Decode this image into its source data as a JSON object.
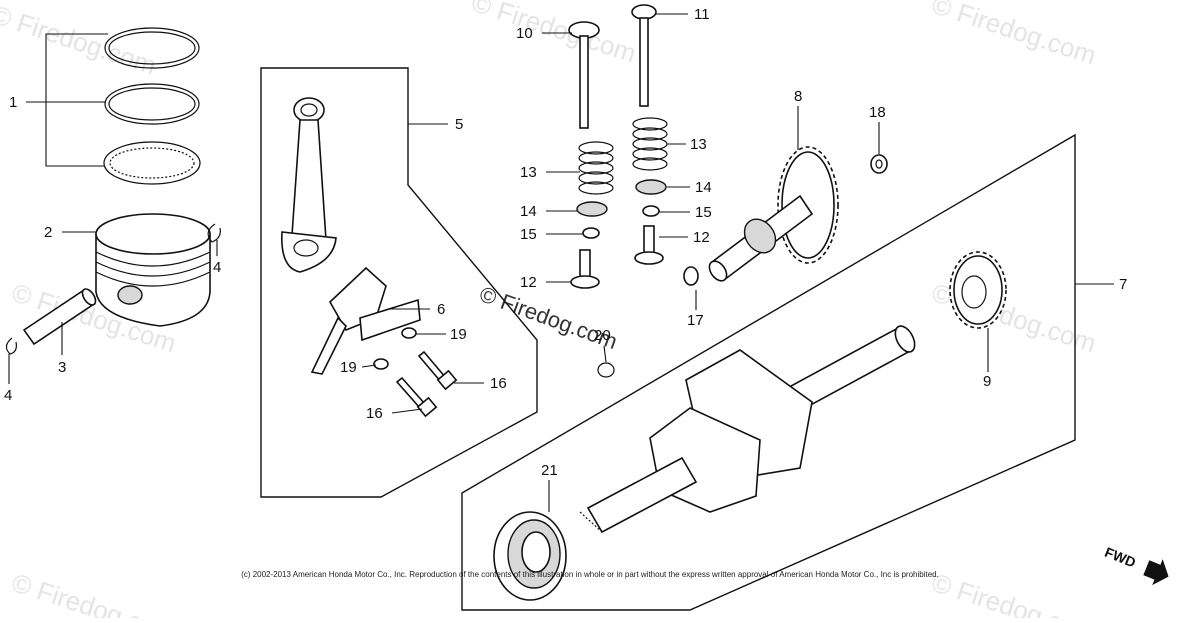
{
  "watermark": {
    "text": "© Firedog.com",
    "brand": "Firedog"
  },
  "copyright": "(c) 2002-2013 American Honda Motor Co., Inc. Reproduction of the contents of this illustration in whole or in part without the express written approval of American Honda Motor Co., Inc is prohibited.",
  "direction_marker": "FWD",
  "callouts": {
    "c1": "1",
    "c2": "2",
    "c3": "3",
    "c4a": "4",
    "c4b": "4",
    "c5": "5",
    "c6": "6",
    "c7": "7",
    "c8": "8",
    "c9": "9",
    "c10": "10",
    "c11": "11",
    "c12a": "12",
    "c12b": "12",
    "c13a": "13",
    "c13b": "13",
    "c14a": "14",
    "c14b": "14",
    "c15a": "15",
    "c15b": "15",
    "c16a": "16",
    "c16b": "16",
    "c17": "17",
    "c18": "18",
    "c19a": "19",
    "c19b": "19",
    "c20": "20",
    "c21": "21"
  },
  "colors": {
    "line": "#111111",
    "background": "#ffffff",
    "watermark": "#e4e4e4"
  }
}
